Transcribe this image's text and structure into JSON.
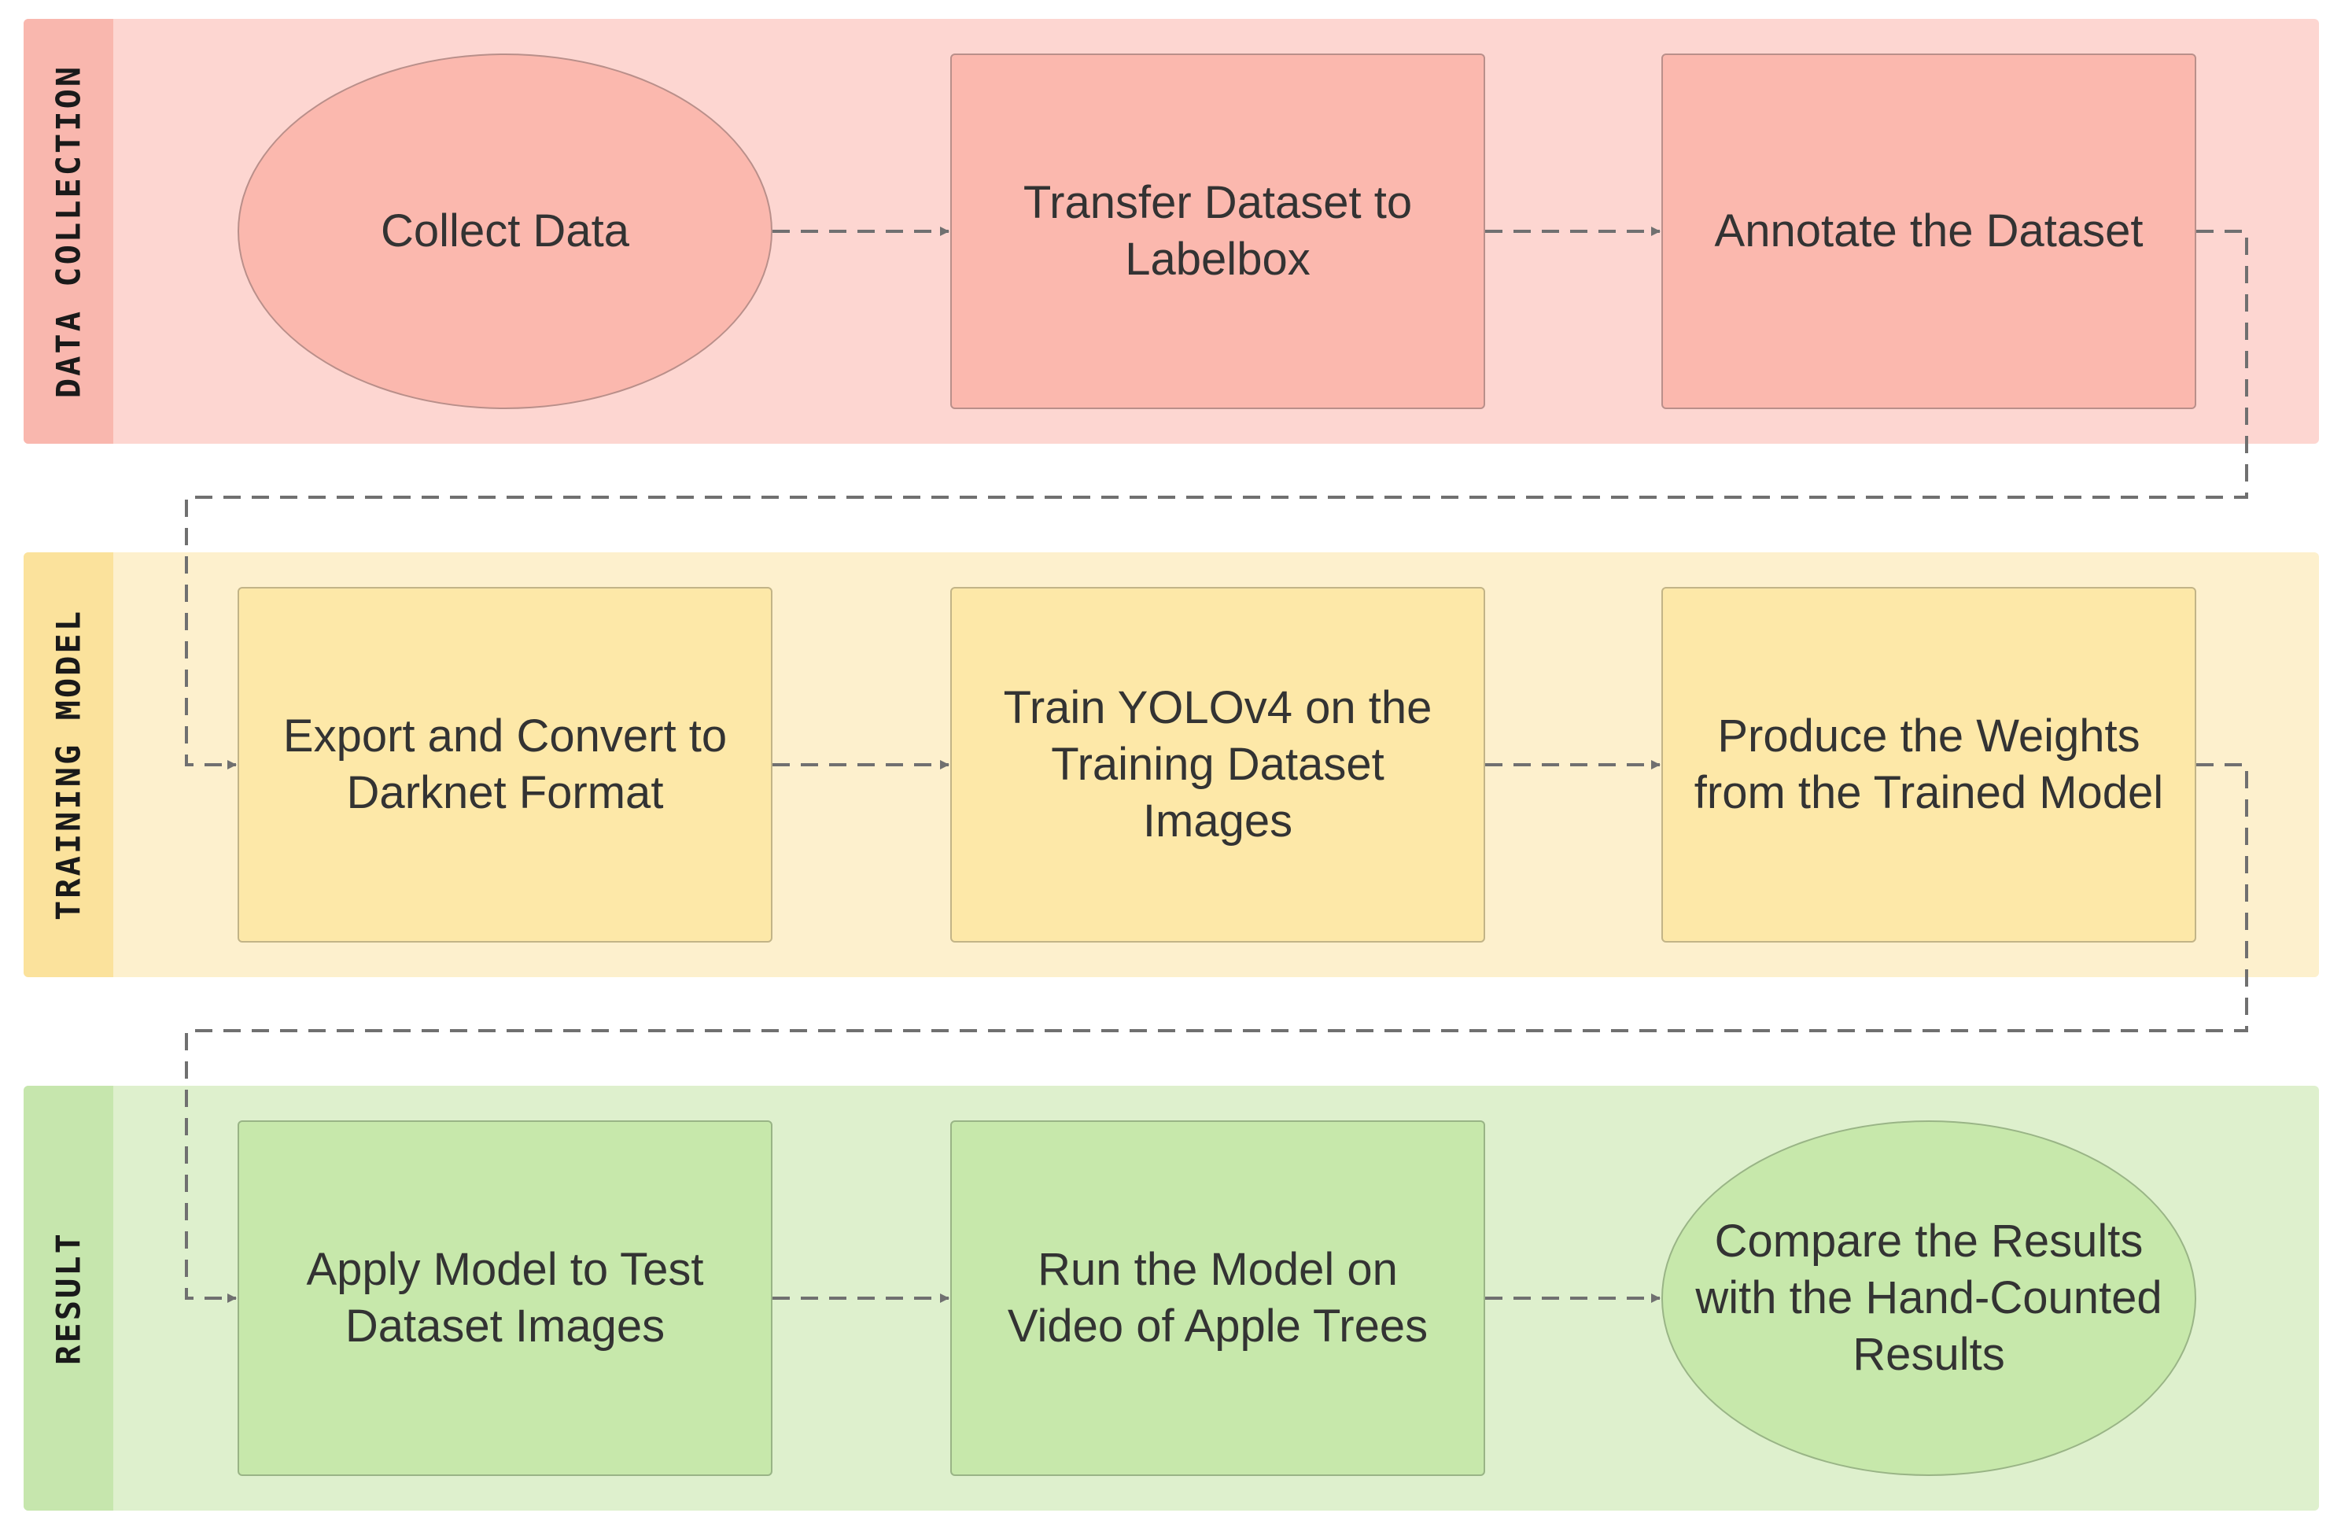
{
  "lanes": [
    {
      "id": "data-collection",
      "label": "DATA COLLECTION",
      "color": "#fdd6d1",
      "tab_color": "#f9b7ae"
    },
    {
      "id": "training-model",
      "label": "TRAINING MODEL",
      "color": "#fdf0cd",
      "tab_color": "#fbe29c"
    },
    {
      "id": "result",
      "label": "RESULT",
      "color": "#def0cd",
      "tab_color": "#c6e6ad"
    }
  ],
  "nodes": {
    "collect_data": {
      "text": "Collect Data",
      "shape": "oval"
    },
    "transfer_dataset": {
      "text": "Transfer Dataset to Labelbox",
      "shape": "rectangle"
    },
    "annotate_dataset": {
      "text": "Annotate the Dataset",
      "shape": "rectangle"
    },
    "export_convert": {
      "text": "Export and Convert to Darknet Format",
      "shape": "rectangle"
    },
    "train_yolo": {
      "text": "Train YOLOv4 on the Training Dataset Images",
      "shape": "rectangle"
    },
    "produce_weights": {
      "text": "Produce the Weights from the Trained Model",
      "shape": "rectangle"
    },
    "apply_model": {
      "text": "Apply Model to Test Dataset Images",
      "shape": "rectangle"
    },
    "run_model": {
      "text": "Run the Model on Video of Apple Trees",
      "shape": "rectangle"
    },
    "compare_results": {
      "text": "Compare the Results with the Hand-Counted Results",
      "shape": "oval"
    }
  },
  "edges": [
    [
      "collect_data",
      "transfer_dataset"
    ],
    [
      "transfer_dataset",
      "annotate_dataset"
    ],
    [
      "annotate_dataset",
      "export_convert"
    ],
    [
      "export_convert",
      "train_yolo"
    ],
    [
      "train_yolo",
      "produce_weights"
    ],
    [
      "produce_weights",
      "apply_model"
    ],
    [
      "apply_model",
      "run_model"
    ],
    [
      "run_model",
      "compare_results"
    ]
  ],
  "colors": {
    "connector": "#707070",
    "node_text": "#333333"
  }
}
